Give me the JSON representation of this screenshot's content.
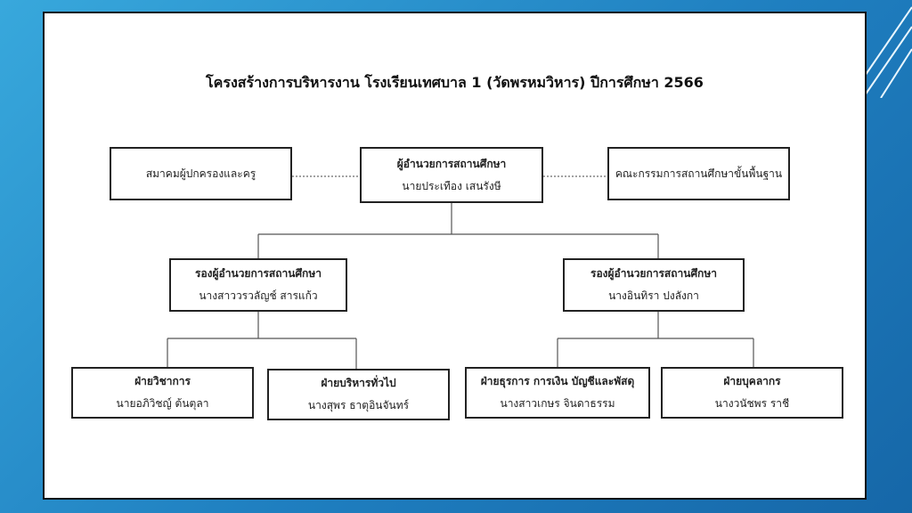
{
  "title": "โครงสร้างการบริหารงาน โรงเรียนเทศบาล 1 (วัดพรหมวิหาร)  ปีการศึกษา 2566",
  "left_box": "สมาคมผู้ปกครองและครู",
  "right_box": "คณะกรรมการสถานศึกษาขั้นพื้นฐาน",
  "director": {
    "title": "ผู้อำนวยการสถานศึกษา",
    "name": "นายประเทือง  เสนรังษี"
  },
  "deputy_left": {
    "title": "รองผู้อำนวยการสถานศึกษา",
    "name": "นางสาววรวลัญช์  สารแก้ว"
  },
  "deputy_right": {
    "title": "รองผู้อำนวยการสถานศึกษา",
    "name": "นางอินทิรา  ปงลังกา"
  },
  "dept1": {
    "title": "ฝ่ายวิชาการ",
    "name": "นายอภิวิชญ์  ต้นตุลา"
  },
  "dept2": {
    "title": "ฝ่ายบริหารทั่วไป",
    "name": "นางสุพร  ธาตุอินจันทร์"
  },
  "dept3": {
    "title": "ฝ่ายธุรการ การเงิน บัญชีและพัสดุ",
    "name": "นางสาวเกษร  จินดาธรรม"
  },
  "dept4": {
    "title": "ฝ่ายบุคลากร",
    "name": "นางวนัชพร  ราชี"
  }
}
